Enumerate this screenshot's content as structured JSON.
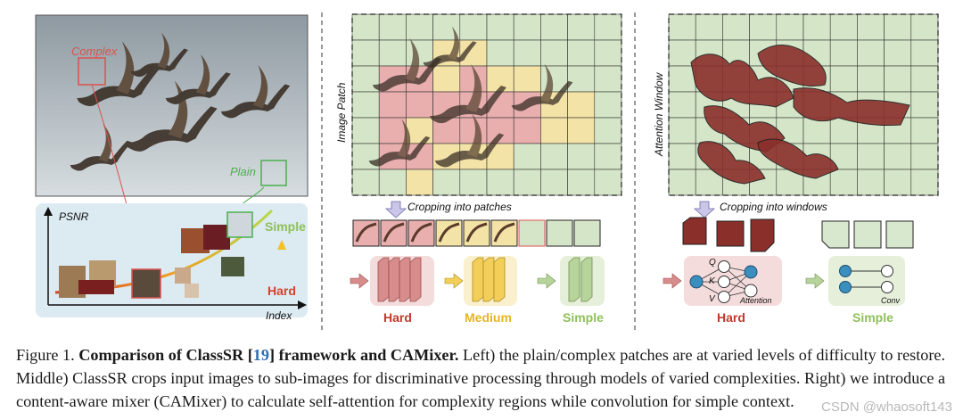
{
  "left_panel": {
    "complex_label": "Complex",
    "plain_label": "Plain",
    "y_axis_label": "PSNR",
    "x_axis_label": "Index",
    "simple_label": "Simple",
    "hard_label": "Hard"
  },
  "middle_panel": {
    "side_label": "Image Patch",
    "crop_label": "Cropping into patches",
    "groups": [
      {
        "label": "Hard",
        "color": "#c0392b"
      },
      {
        "label": "Medium",
        "color": "#e6b422"
      },
      {
        "label": "Simple",
        "color": "#8fbf5a"
      }
    ]
  },
  "right_panel": {
    "side_label": "Attention Window",
    "crop_label": "Cropping into windows",
    "attention_label": "Attention",
    "conv_label": "Conv",
    "q_label": "Q",
    "k_label": "K",
    "v_label": "V",
    "hard_label": "Hard",
    "simple_label": "Simple"
  },
  "caption": {
    "fig_num": "Figure 1.",
    "bold_a": "Comparison of ClassSR [",
    "ref": "19",
    "bold_b": "] framework and CAMixer.",
    "body": "Left) the plain/complex patches are at varied levels of difficulty to restore. Middle) ClassSR crops input images to sub-images for discriminative processing through models of varied complexities. Right) we introduce a content-aware mixer (CAMixer) to calculate self-attention for complexity regions while convolution for simple context."
  },
  "watermark": "CSDN @whaosoft143",
  "colors": {
    "hard": "#c0392b",
    "medium": "#e6b422",
    "simple": "#8fbf5a",
    "plain_box": "#4caf50",
    "complex_box": "#d9534f"
  }
}
